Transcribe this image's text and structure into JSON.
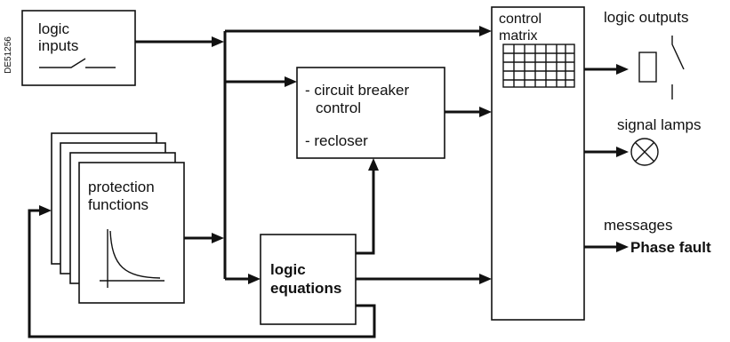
{
  "doc_code": "DE51256",
  "logic_inputs": {
    "line1": "logic",
    "line2": "inputs"
  },
  "protection_functions": {
    "line1": "protection",
    "line2": "functions"
  },
  "breaker_box": {
    "line1": "- circuit breaker",
    "line2": "control",
    "line3": "- recloser"
  },
  "logic_equations": {
    "line1": "logic",
    "line2": "equations"
  },
  "control_matrix": {
    "line1": "control",
    "line2": "matrix"
  },
  "logic_outputs": "logic outputs",
  "signal_lamps": "signal lamps",
  "messages": {
    "label": "messages",
    "example": "Phase fault"
  }
}
